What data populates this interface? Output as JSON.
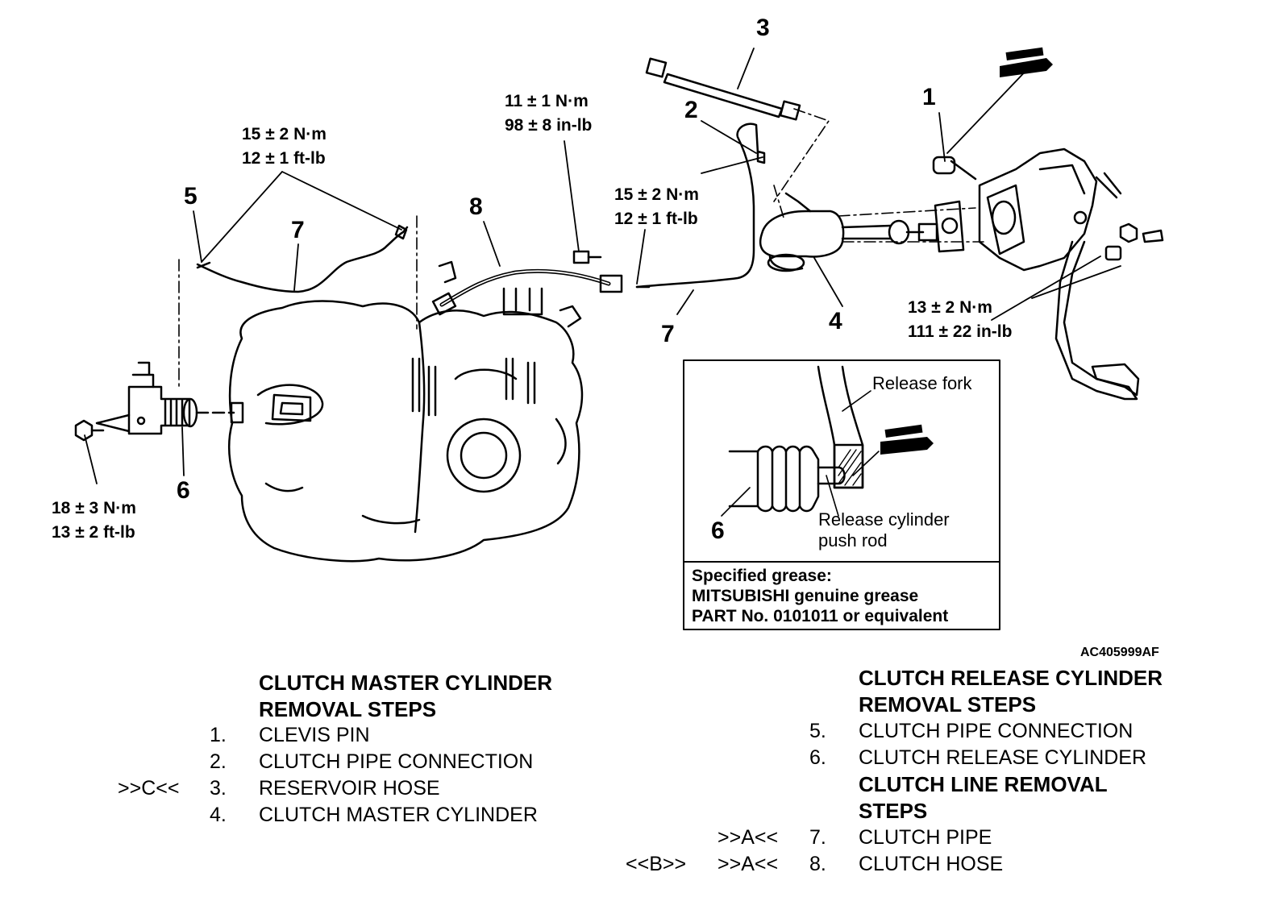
{
  "torque_labels": [
    {
      "id": "t1",
      "line1": "15 ± 2 N·m",
      "line2": "12 ± 1 ft-lb"
    },
    {
      "id": "t2",
      "line1": "11 ± 1 N·m",
      "line2": "98 ± 8 in-lb"
    },
    {
      "id": "t3",
      "line1": "15 ± 2 N·m",
      "line2": "12 ± 1 ft-lb"
    },
    {
      "id": "t4",
      "line1": "13 ± 2 N·m",
      "line2": "111 ± 22 in-lb"
    },
    {
      "id": "t5",
      "line1": "18 ± 3 N·m",
      "line2": "13 ± 2 ft-lb"
    }
  ],
  "callouts": {
    "c1": "1",
    "c2": "2",
    "c3": "3",
    "c4": "4",
    "c5": "5",
    "c6": "6",
    "c6b": "6",
    "c7a": "7",
    "c7b": "7",
    "c8": "8"
  },
  "inset": {
    "release_fork": "Release fork",
    "push_rod_line1": "Release cylinder",
    "push_rod_line2": "push rod",
    "grease_line1": "Specified grease:",
    "grease_line2": "MITSUBISHI genuine grease",
    "grease_line3": "PART No. 0101011 or equivalent"
  },
  "figure_code": "AC405999AF",
  "master_section": {
    "title_line1": "CLUTCH MASTER CYLINDER",
    "title_line2": "REMOVAL STEPS",
    "steps": [
      {
        "mark": "",
        "num": "1.",
        "label": "CLEVIS PIN"
      },
      {
        "mark": "",
        "num": "2.",
        "label": "CLUTCH PIPE CONNECTION"
      },
      {
        "mark": ">>C<<",
        "num": "3.",
        "label": "RESERVOIR HOSE"
      },
      {
        "mark": "",
        "num": "4.",
        "label": "CLUTCH MASTER CYLINDER"
      }
    ]
  },
  "release_section": {
    "title_line1": "CLUTCH RELEASE CYLINDER",
    "title_line2": "REMOVAL STEPS",
    "steps": [
      {
        "num": "5.",
        "label": "CLUTCH PIPE CONNECTION"
      },
      {
        "num": "6.",
        "label": "CLUTCH RELEASE CYLINDER"
      }
    ]
  },
  "line_section": {
    "title_line1": "CLUTCH LINE REMOVAL",
    "title_line2": "STEPS",
    "steps": [
      {
        "mark1": "",
        "mark2": ">>A<<",
        "num": "7.",
        "label": "CLUTCH PIPE"
      },
      {
        "mark1": "<<B>>",
        "mark2": ">>A<<",
        "num": "8.",
        "label": "CLUTCH HOSE"
      }
    ]
  }
}
